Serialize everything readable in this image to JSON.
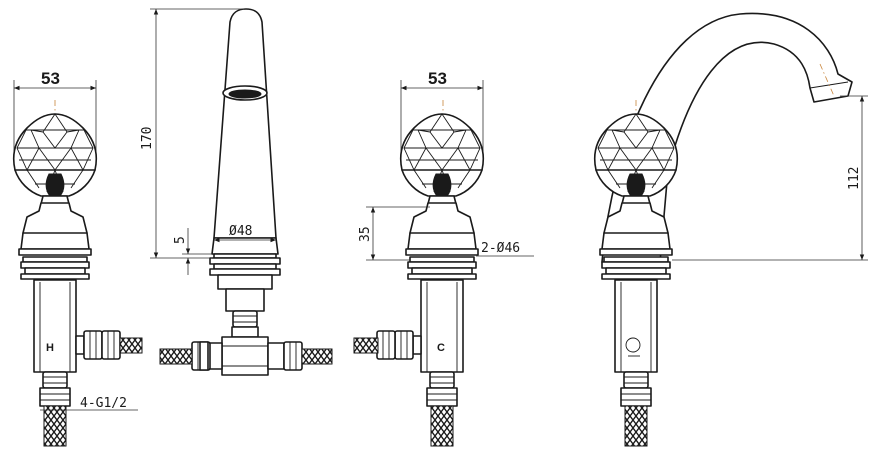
{
  "dimensions": {
    "left_handle_width": "53",
    "right_handle_width": "53",
    "spout_height": "170",
    "spout_base_height": "5",
    "spout_diameter": "Ø48",
    "handle_base_height": "35",
    "handle_diameter": "2-Ø46",
    "thread_spec": "4-G1/2",
    "arc_spout_height": "112"
  },
  "markings": {
    "hot": "H",
    "cold": "C"
  }
}
